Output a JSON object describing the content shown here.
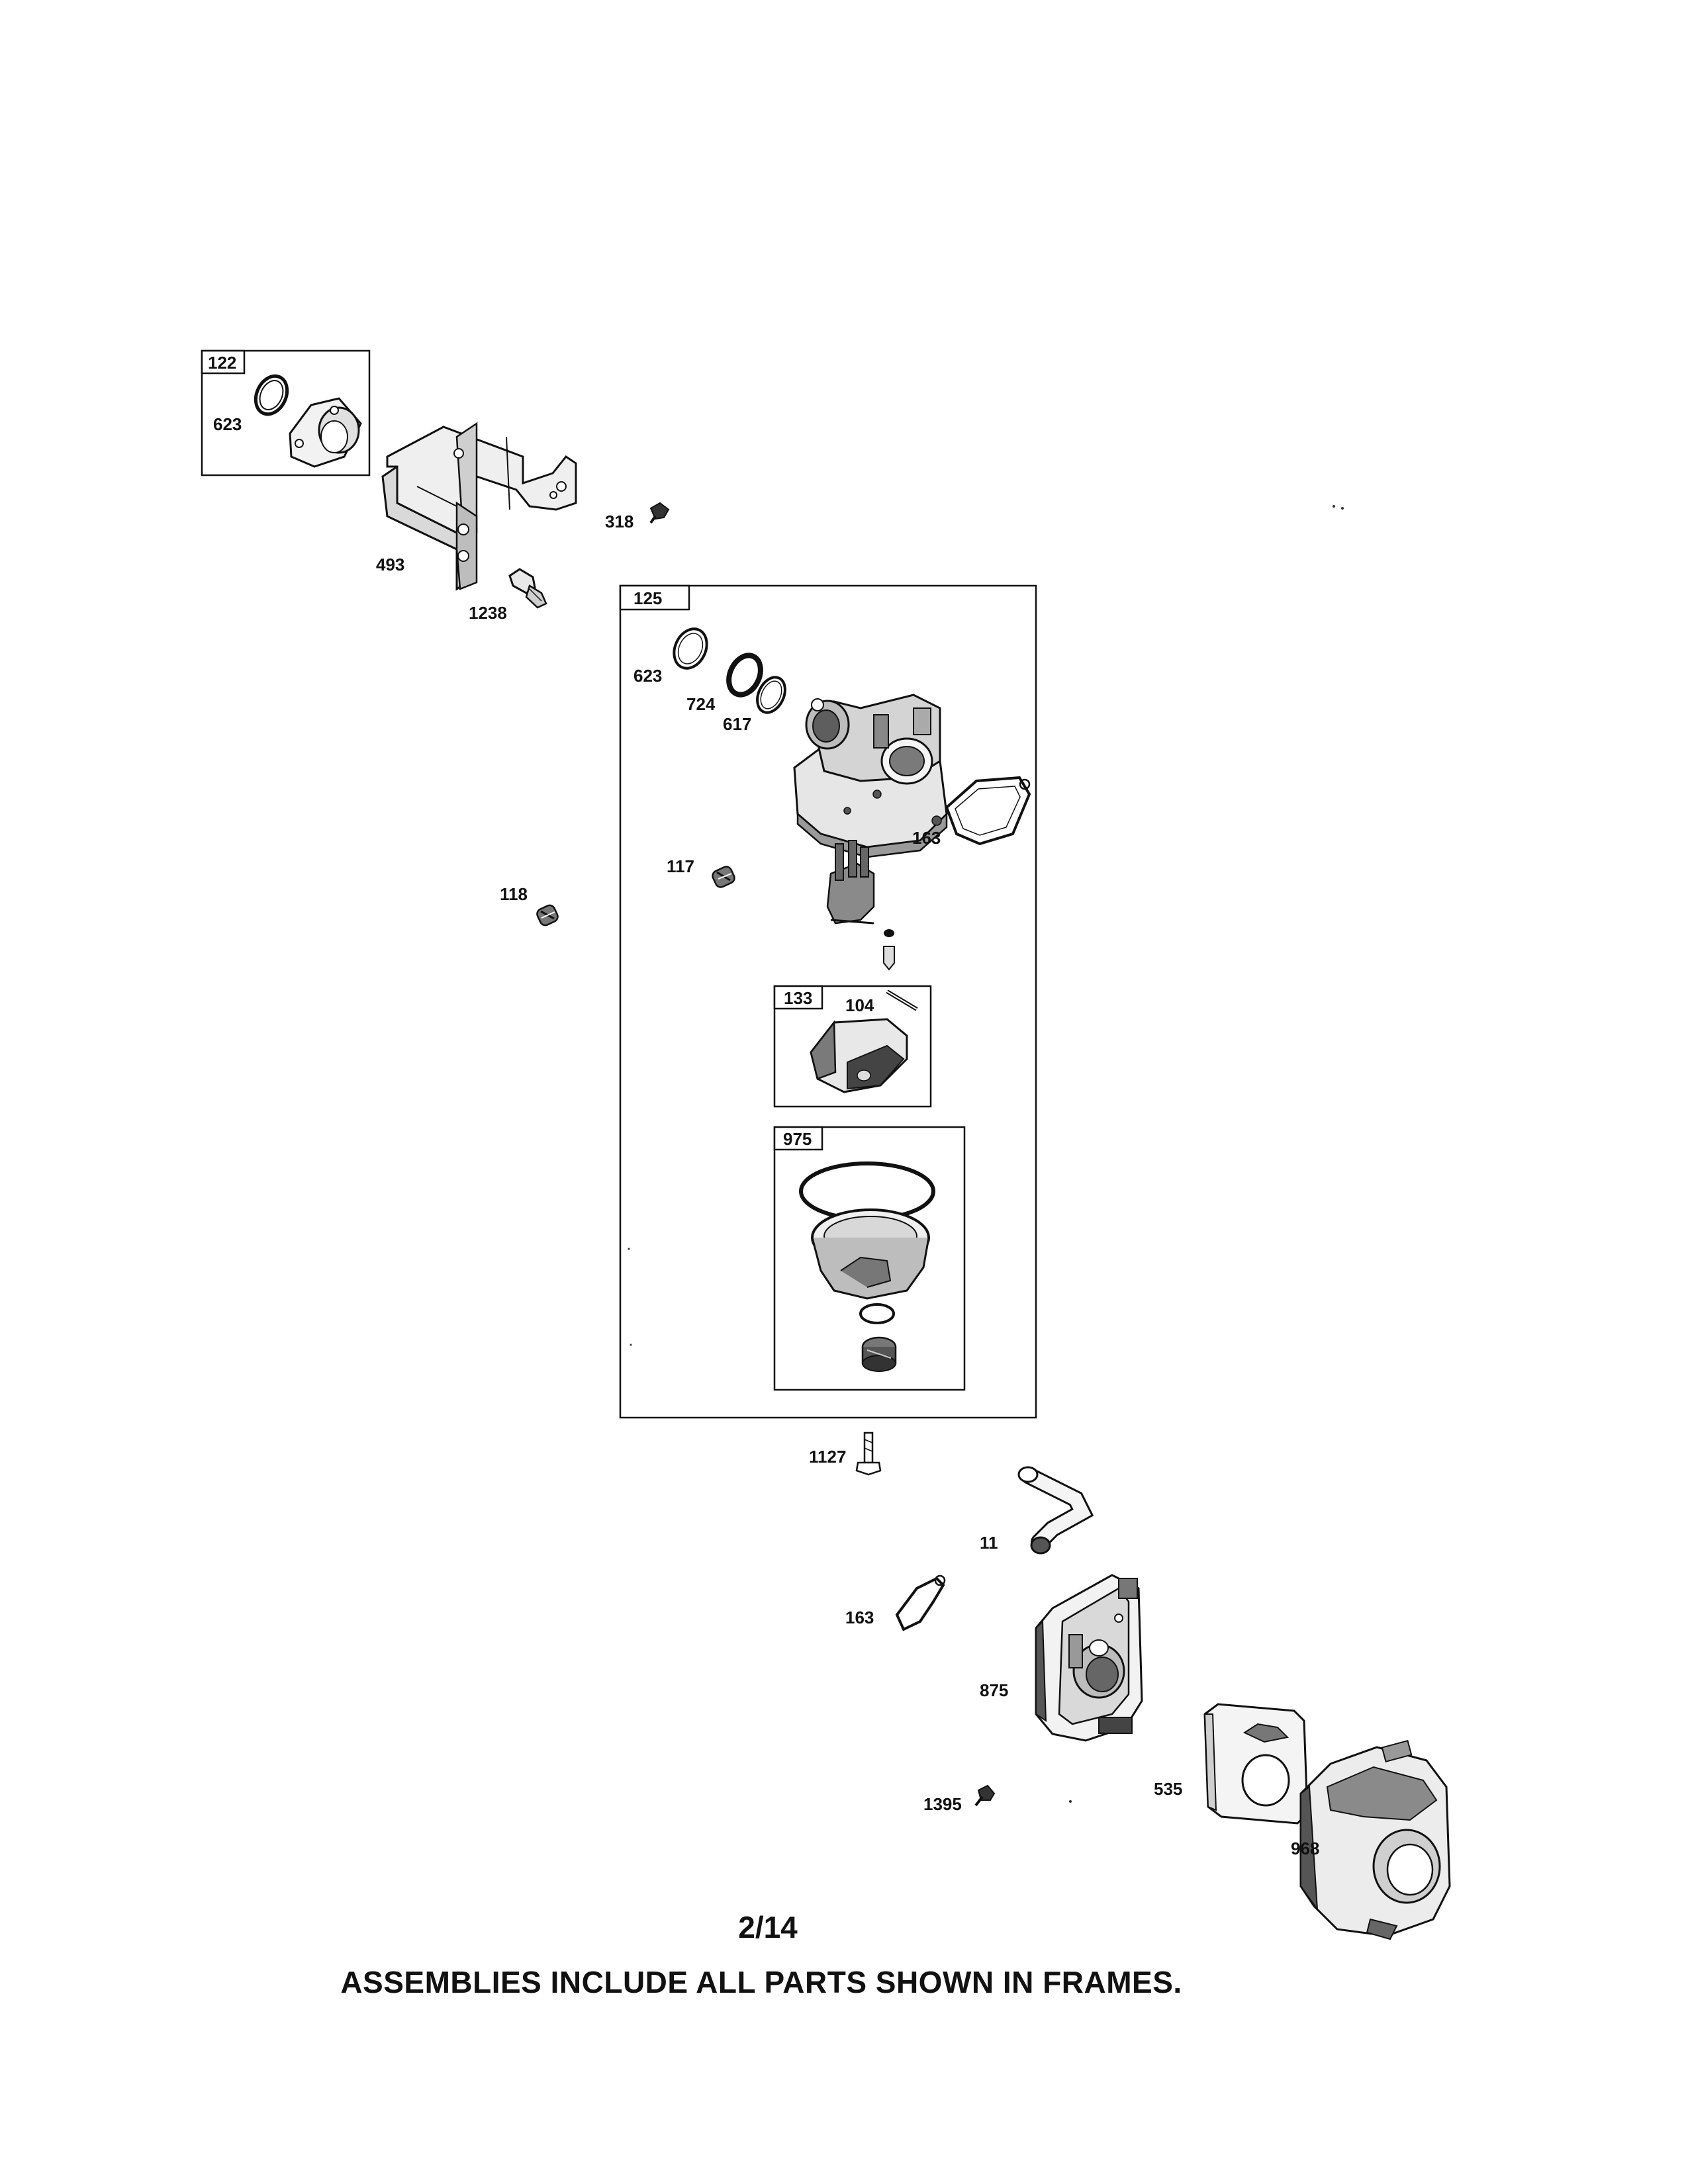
{
  "frames": [
    {
      "id": "122",
      "label": "122"
    },
    {
      "id": "125",
      "label": "125"
    },
    {
      "id": "133",
      "label": "133"
    },
    {
      "id": "975",
      "label": "975"
    }
  ],
  "callouts": {
    "c122_623": "623",
    "c493": "493",
    "c318": "318",
    "c1238": "1238",
    "c125_623": "623",
    "c724": "724",
    "c617": "617",
    "c163_top": "163",
    "c117": "117",
    "c118": "118",
    "c104": "104",
    "c1127": "1127",
    "c11": "11",
    "c163_bottom": "163",
    "c875": "875",
    "c1395": "1395",
    "c535": "535",
    "c968": "968"
  },
  "footer": {
    "page_number": "2/14",
    "note": "ASSEMBLIES INCLUDE ALL PARTS SHOWN IN FRAMES."
  }
}
